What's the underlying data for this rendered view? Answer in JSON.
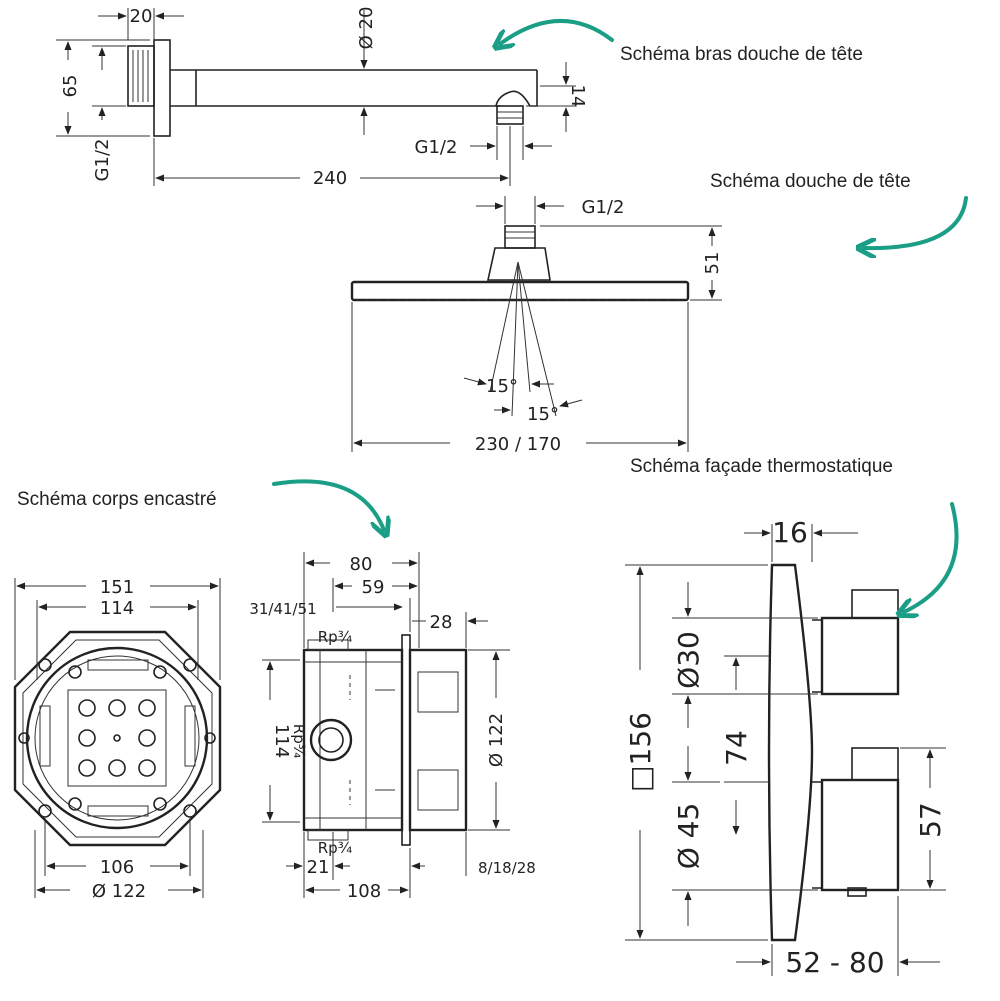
{
  "colors": {
    "ink": "#222222",
    "arrow": "#1a9e86",
    "background": "#ffffff"
  },
  "captions": {
    "bras": "Schéma bras douche de tête",
    "douche": "Schéma douche de tête",
    "corps": "Schéma corps encastré",
    "facade": "Schéma façade thermostatique"
  },
  "bras": {
    "d20": "20",
    "d_dia": "Ø 20",
    "d65": "65",
    "g12_left": "G1/2",
    "d14": "14",
    "g12_bottom": "G1/2",
    "d240": "240"
  },
  "douche": {
    "g12": "G1/2",
    "d51": "51",
    "a15a": "15°",
    "a15b": "15°",
    "width": "230 / 170"
  },
  "corps_front": {
    "d151": "151",
    "d114": "114",
    "d106": "106",
    "d122": "Ø 122"
  },
  "corps_side": {
    "d80": "80",
    "d59": "59",
    "d3141": "31/41/51",
    "d28": "28",
    "rp_top": "Rp¾",
    "rp_left": "Rp¾",
    "rp_bottom": "Rp¾",
    "d114": "114",
    "d122": "Ø 122",
    "d21": "21",
    "d108": "108",
    "d81828": "8/18/28"
  },
  "facade": {
    "d16": "16",
    "d30": "Ø30",
    "d156": "□156",
    "d74": "74",
    "d45": "Ø 45",
    "d57": "57",
    "d5280": "52 - 80"
  }
}
